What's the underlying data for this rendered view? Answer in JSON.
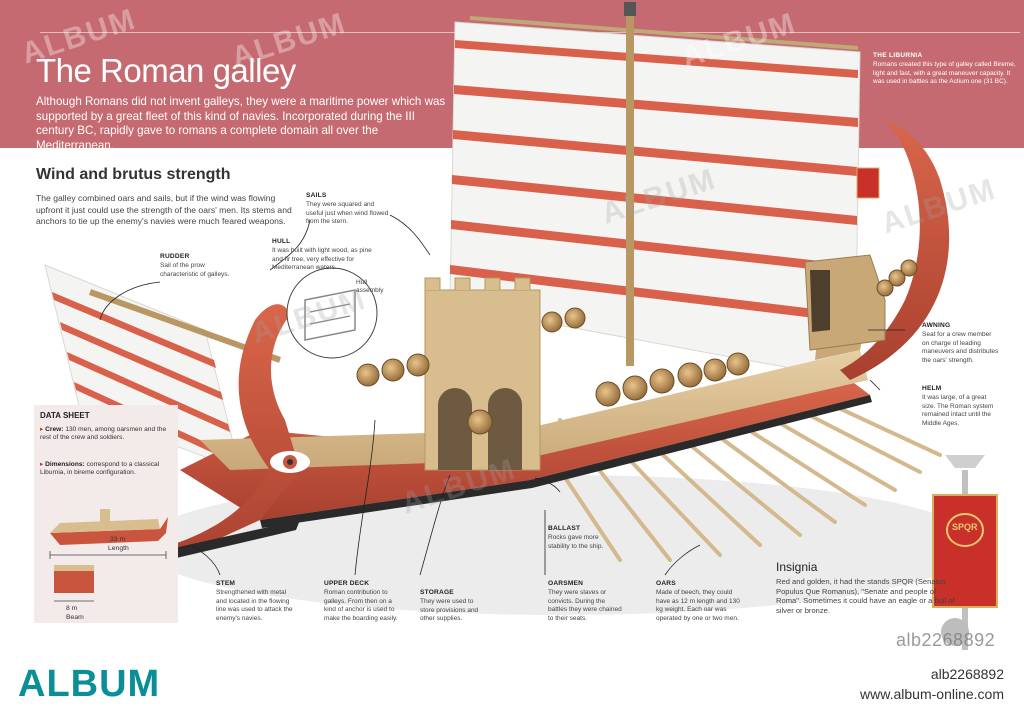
{
  "header": {
    "title": "The Roman galley",
    "intro": "Although Romans did not invent galleys, they were a maritime power which was supported by a great fleet of this kind of navies. Incorporated during the III century BC, rapidly gave to romans a complete domain all over the Mediterranean."
  },
  "section": {
    "title": "Wind and brutus strength",
    "body": "The galley combined oars and sails, but if the wind was flowing upfront it just could use the strength of the oars' men. Its stems and anchors to tie up the enemy's navies were much feared weapons."
  },
  "liburnia": {
    "heading": "THE LIBURNIA",
    "text": "Romans created this type of galley called Bireme, light and fast, with a great maneuver capacity. It was used in battles as the Actium one (31 BC)."
  },
  "callouts": {
    "rudder": {
      "heading": "RUDDER",
      "text": "Sail of the prow characteristic of galleys."
    },
    "sails": {
      "heading": "SAILS",
      "text": "They were squared and useful just when wind flowed from the stern."
    },
    "hull": {
      "heading": "HULL",
      "text": "It was built with light wood, as pine and fir tree, very effective for Mediterranean waters."
    },
    "hull_assembly": "Hull assembly",
    "awning": {
      "heading": "AWNING",
      "text": "Seat for a crew member on charge of leading maneuvers and distributes the oars' strength."
    },
    "helm": {
      "heading": "HELM",
      "text": "It was large, of a great size. The Roman system remained intact until the Middle Ages."
    },
    "ballast": {
      "heading": "BALLAST",
      "text": "Rocks gave more stability to the ship."
    },
    "stem": {
      "heading": "STEM",
      "text": "Strengthened with metal and located in the flowing line was used to attack the enemy's navies."
    },
    "upper_deck": {
      "heading": "UPPER DECK",
      "text": "Roman contribution to galleys. From then on a kind of anchor is used to make the boarding easily."
    },
    "storage": {
      "heading": "STORAGE",
      "text": "They were used to store provisions and other supplies."
    },
    "oarsmen": {
      "heading": "OARSMEN",
      "text": "They were slaves or convicts. During the battles they were chained to their seats."
    },
    "oars": {
      "heading": "OARS",
      "text": "Made of beech, they could have as 12 m length and 130 kg weight. Each oar was operated by one or two men."
    }
  },
  "datasheet": {
    "title": "DATA SHEET",
    "crew_label": "Crew:",
    "crew_text": "130 men, among oarsmen and the rest of the crew and soldiers.",
    "dimensions_label": "Dimensions:",
    "dimensions_text": "correspond to a classical Liburnia, in bireme configuration.",
    "length_value": "33 m",
    "length_label": "Length",
    "beam_value": "8 m",
    "beam_label": "Beam"
  },
  "insignia": {
    "title": "Insignia",
    "text": "Red and golden, it had the stands SPQR (Senatus Populus Que Romanus), \"Senate and people of Roma\". Sometimes it could have an eagle or a bull of silver or bronze.",
    "banner_text": "SPQR"
  },
  "watermark": {
    "text": "ALBUM",
    "code": "alb2268892"
  },
  "footer": {
    "logo": "ALBUM",
    "id": "alb2268892",
    "url": "www.album-online.com"
  },
  "colors": {
    "header_band": "#c56a70",
    "hull_red": "#c9553e",
    "wood": "#d8bd8e",
    "sail_stripe": "#d9604a",
    "footer_logo": "#0a8e98"
  }
}
